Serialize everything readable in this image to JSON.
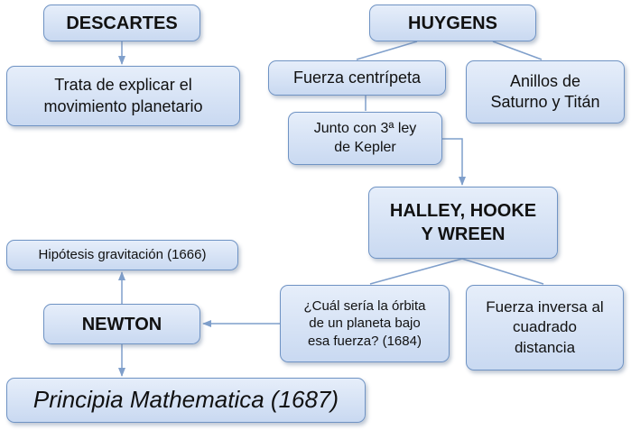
{
  "nodes": {
    "descartes": "DESCARTES",
    "descartes_desc": "Trata de explicar el\nmovimiento planetario",
    "huygens": "HUYGENS",
    "fuerza_centripeta": "Fuerza centrípeta",
    "anillos": "Anillos de\nSaturno y Titán",
    "kepler": "Junto con 3ª ley\nde Kepler",
    "halley": "HALLEY, HOOKE\nY WREEN",
    "hipotesis": "Hipótesis gravitación  (1666)",
    "newton": "NEWTON",
    "orbita": "¿Cuál sería la órbita\nde un planeta bajo\nesa fuerza? (1684)",
    "fuerza_inversa": "Fuerza inversa al\ncuadrado\ndistancia",
    "principia": "Principia Mathematica (1687)"
  },
  "colors": {
    "box_top": "#e6eefa",
    "box_bottom": "#c9d9f1",
    "border": "#6f93c4",
    "connector": "#7f9fcb"
  }
}
